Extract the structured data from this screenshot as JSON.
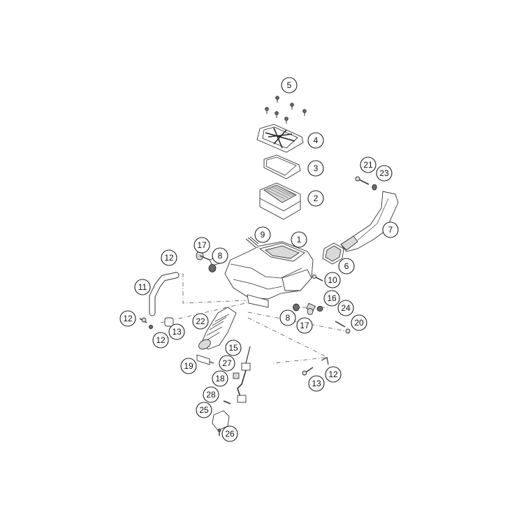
{
  "callouts": [
    {
      "id": "c5",
      "label": "5"
    },
    {
      "id": "c4",
      "label": "4"
    },
    {
      "id": "c3",
      "label": "3"
    },
    {
      "id": "c2",
      "label": "2"
    },
    {
      "id": "c21",
      "label": "21"
    },
    {
      "id": "c23",
      "label": "23"
    },
    {
      "id": "c7",
      "label": "7"
    },
    {
      "id": "c9",
      "label": "9"
    },
    {
      "id": "c1",
      "label": "1"
    },
    {
      "id": "c17a",
      "label": "17"
    },
    {
      "id": "c8a",
      "label": "8"
    },
    {
      "id": "c12a",
      "label": "12"
    },
    {
      "id": "c6",
      "label": "6"
    },
    {
      "id": "c10",
      "label": "10"
    },
    {
      "id": "c11",
      "label": "11"
    },
    {
      "id": "c16",
      "label": "16"
    },
    {
      "id": "c24",
      "label": "24"
    },
    {
      "id": "c22",
      "label": "22"
    },
    {
      "id": "c8b",
      "label": "8"
    },
    {
      "id": "c17b",
      "label": "17"
    },
    {
      "id": "c20",
      "label": "20"
    },
    {
      "id": "c12b",
      "label": "12"
    },
    {
      "id": "c13a",
      "label": "13"
    },
    {
      "id": "c12c",
      "label": "12"
    },
    {
      "id": "c15",
      "label": "15"
    },
    {
      "id": "c27",
      "label": "27"
    },
    {
      "id": "c19",
      "label": "19"
    },
    {
      "id": "c18",
      "label": "18"
    },
    {
      "id": "c12d",
      "label": "12"
    },
    {
      "id": "c13b",
      "label": "13"
    },
    {
      "id": "c28",
      "label": "28"
    },
    {
      "id": "c25",
      "label": "25"
    },
    {
      "id": "c26",
      "label": "26"
    }
  ]
}
